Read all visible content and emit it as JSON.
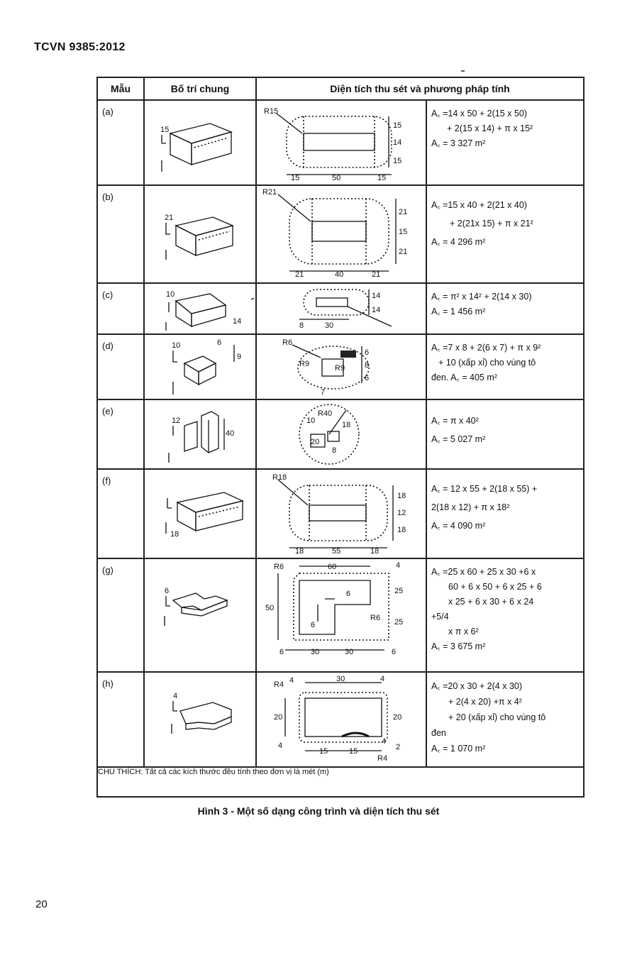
{
  "header": {
    "standard_code": "TCVN 9385:2012"
  },
  "table": {
    "col_headers": [
      "Mẫu",
      "Bố trí chung",
      "Diện tích thu sét và phương pháp tính"
    ],
    "rows": [
      {
        "label": "(a)",
        "lines": [
          "A꜀ =14 x 50 + 2(15 x 50)",
          "+ 2(15 x 14) + π x 15²",
          "A꜀ = 3 327 m²"
        ],
        "iso_dim": "15",
        "diagram_r": "R15",
        "diagram_right": [
          "15",
          "14",
          "15"
        ],
        "diagram_bottom": [
          "15",
          "50",
          "15"
        ]
      },
      {
        "label": "(b)",
        "lines": [
          "A꜀ =15 x 40 + 2(21 x 40)",
          "+ 2(21x 15) + π x 21²",
          "A꜀ = 4 296 m²"
        ],
        "iso_dim": "21",
        "diagram_r": "R21",
        "diagram_right": [
          "21",
          "15",
          "21"
        ],
        "diagram_bottom": [
          "21",
          "40",
          "21"
        ]
      },
      {
        "label": "(c)",
        "lines": [
          "A꜀ = π² x 14² + 2(14 x 30)",
          "A꜀ = 1 456 m²"
        ],
        "iso_dims": [
          "10",
          "14"
        ],
        "diagram_right": [
          "14",
          "14"
        ],
        "diagram_bottom": [
          "8",
          "30"
        ]
      },
      {
        "label": "(d)",
        "lines": [
          "A꜀ =7 x 8 + 2(6 x 7) + π x 9²",
          "+ 10 (xấp xỉ) cho vùng tô",
          "đen. A꜀ = 405 m²"
        ],
        "iso_dims": [
          "10",
          "6",
          "9"
        ],
        "diagram_r": [
          "R6",
          "R9",
          "R9"
        ],
        "diagram_right": [
          "6",
          "8",
          "6"
        ],
        "diagram_bottom": [
          "7"
        ]
      },
      {
        "label": "(e)",
        "lines": [
          "A꜀ = π x 40²",
          "A꜀ = 5 027 m²"
        ],
        "iso_dims": [
          "12",
          "40"
        ],
        "diagram_r": "R40",
        "diagram_dims": [
          "10",
          "18",
          "20",
          "8"
        ]
      },
      {
        "label": "(f)",
        "lines": [
          "A꜀ = 12 x 55 + 2(18 x 55) +",
          "2(18 x 12) + π x 18²",
          "A꜀ = 4 090 m²"
        ],
        "iso_dim": "18",
        "diagram_r": "R18",
        "diagram_right": [
          "18",
          "12",
          "18"
        ],
        "diagram_bottom": [
          "18",
          "55",
          "18"
        ]
      },
      {
        "label": "(g)",
        "lines": [
          "A꜀ =25 x 60 + 25 x 30 +6 x",
          "60 + 6 x 50 + 6 x 25 + 6",
          "x 25 + 6 x 30 + 6 x 24",
          "+5/4",
          "x π x 6²",
          "A꜀ = 3 675 m²"
        ],
        "iso_dim": "6",
        "diagram_r": [
          "R6",
          "R6"
        ],
        "diagram_top": [
          "60",
          "4"
        ],
        "diagram_left": "50",
        "diagram_right": [
          "25",
          "25"
        ],
        "diagram_inner": [
          "6",
          "6"
        ],
        "diagram_bottom": [
          "6",
          "30",
          "30",
          "6"
        ]
      },
      {
        "label": "(h)",
        "lines": [
          "A꜀ =20 x 30 + 2(4 x 30)",
          "+ 2(4 x 20) +π x 4²",
          "+ 20 (xấp xỉ) cho vùng tô",
          "đen",
          "A꜀ = 1 070 m²"
        ],
        "iso_dim": "4",
        "diagram_r": [
          "R4",
          "R4"
        ],
        "diagram_top": [
          "4",
          "30",
          "4"
        ],
        "diagram_side": [
          "20",
          "20"
        ],
        "diagram_bottom": [
          "4",
          "15",
          "15",
          "4",
          "2"
        ]
      }
    ],
    "note": "CHÚ THÍCH: Tất cả các kích thước đều tính theo đơn vị là mét (m)"
  },
  "caption": "Hình 3 - Một số dạng công trình và diện tích thu sét",
  "page_number": "20"
}
